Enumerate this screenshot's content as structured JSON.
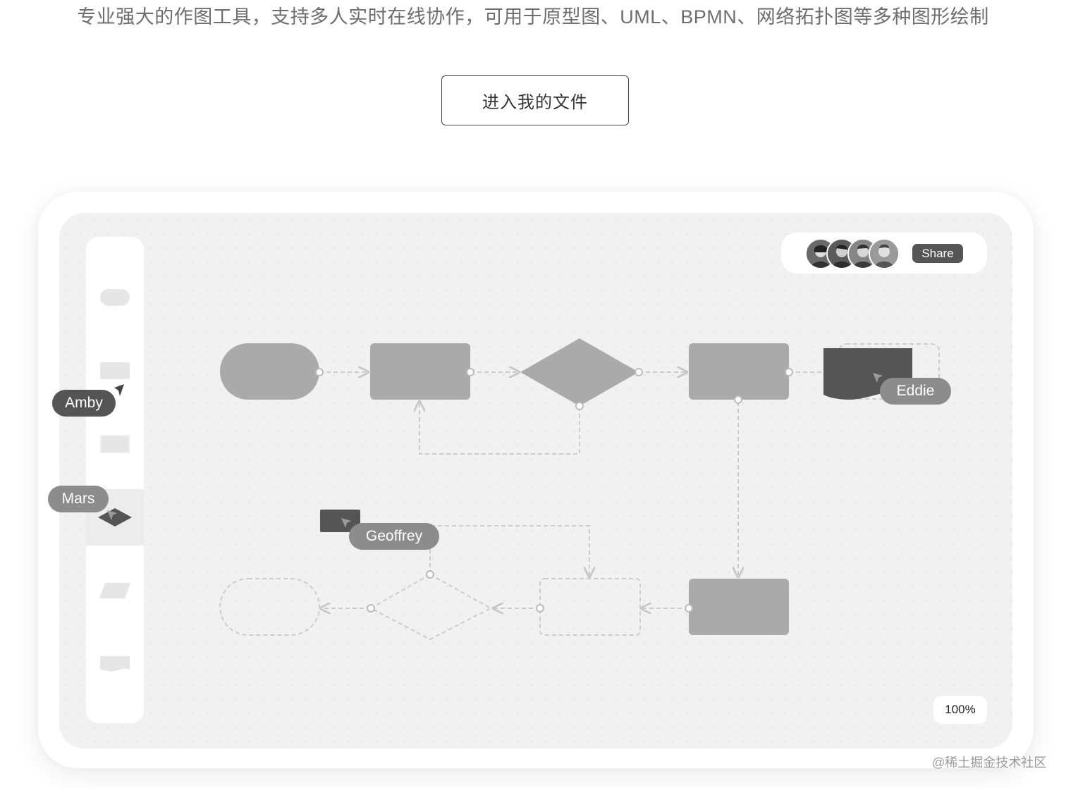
{
  "hero": {
    "subtitle": "专业强大的作图工具，支持多人实时在线协作，可用于原型图、UML、BPMN、网络拓扑图等多种图形绘制",
    "cta_label": "进入我的文件"
  },
  "editor": {
    "share_label": "Share",
    "zoom_level": "100%",
    "collaborators_count": 4,
    "cursors": [
      {
        "name": "Amby",
        "color": "#555555"
      },
      {
        "name": "Mars",
        "color": "#8c8c8c"
      },
      {
        "name": "Geoffrey",
        "color": "#8c8c8c"
      },
      {
        "name": "Eddie",
        "color": "#8c8c8c"
      }
    ],
    "toolbar_shapes": [
      "rounded-rect",
      "rectangle",
      "box",
      "diamond",
      "parallelogram",
      "document"
    ],
    "active_tool": "diamond"
  },
  "watermark": "@稀土掘金技术社区",
  "colors": {
    "shape_fill": "#aaaaaa",
    "shape_dark": "#555555",
    "canvas_bg": "#f1f1f1",
    "connector": "#cfcfcf"
  }
}
